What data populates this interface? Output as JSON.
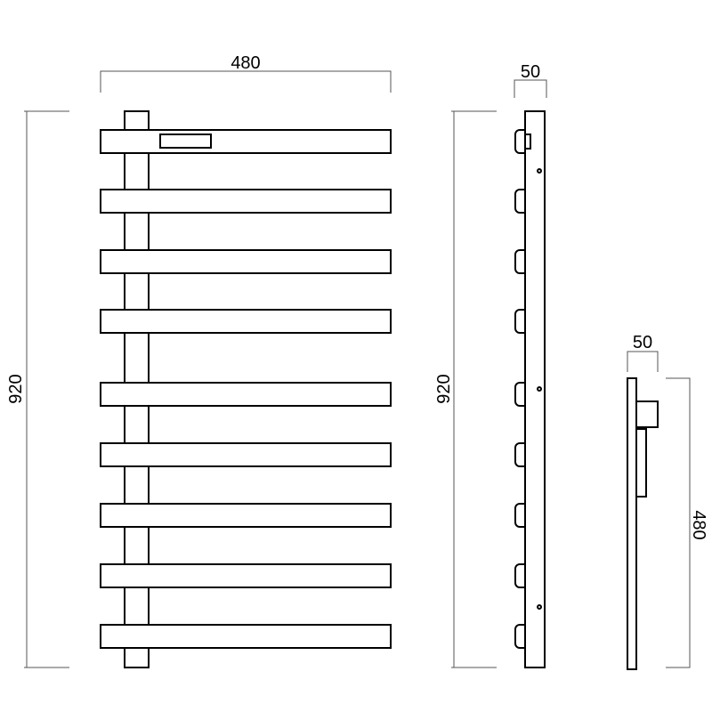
{
  "title": "Towel radiator technical drawing",
  "front_view": {
    "width_label": "480",
    "height_label": "920",
    "bar_count": 9
  },
  "side_view": {
    "depth_label": "50",
    "height_label": "920"
  },
  "top_view": {
    "depth_label": "50",
    "width_label": "480"
  },
  "colors": {
    "line": "#000000",
    "dimension": "#555555"
  }
}
